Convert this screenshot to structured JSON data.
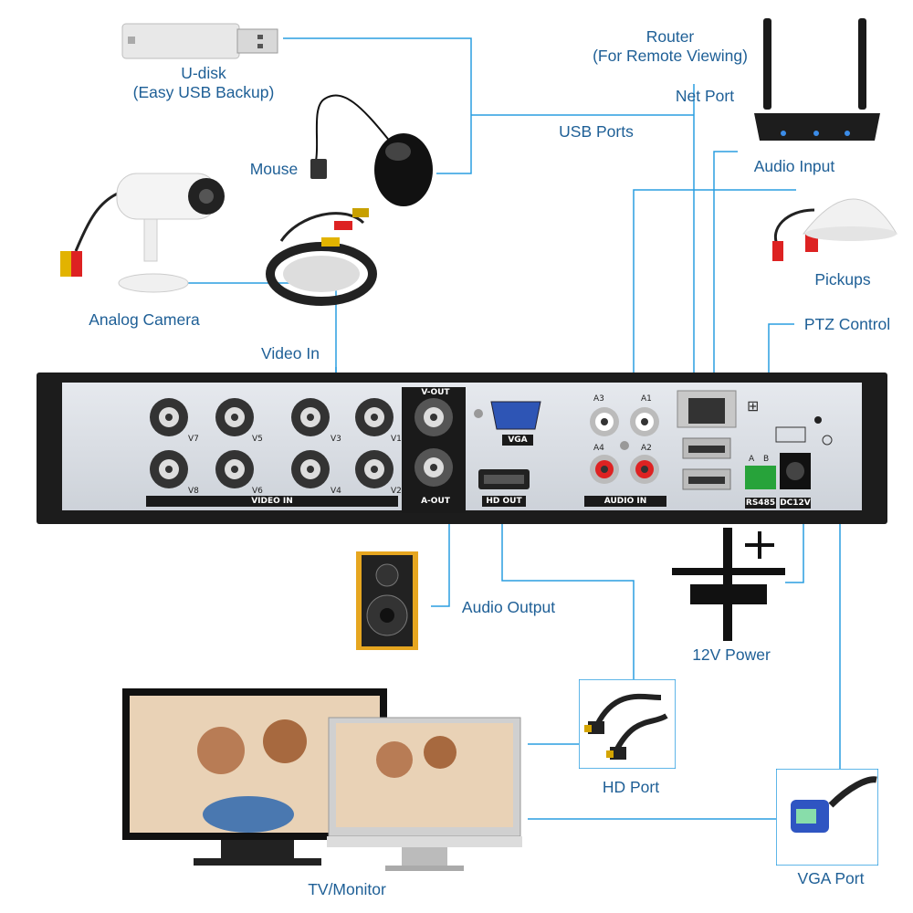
{
  "labels": {
    "udisk": [
      "U-disk",
      "(Easy USB Backup)"
    ],
    "mouse": "Mouse",
    "analog_camera": "Analog Camera",
    "video_in": "Video In",
    "usb_ports": "USB Ports",
    "router": [
      "Router",
      "(For Remote Viewing)"
    ],
    "net_port": "Net Port",
    "audio_input": "Audio Input",
    "pickups": "Pickups",
    "ptz_control": "PTZ Control",
    "audio_output": "Audio Output",
    "power": "12V Power",
    "hd_port": "HD Port",
    "vga_port": "VGA Port",
    "tv_monitor": "TV/Monitor"
  },
  "panel_text": {
    "video_in": "VIDEO IN",
    "v_out": "V-OUT",
    "a_out": "A-OUT",
    "vga": "VGA",
    "hd_out": "HD OUT",
    "audio_in": "AUDIO IN",
    "rs485": "RS485",
    "dc12v": "DC12V",
    "channels_top": [
      "V7",
      "V5",
      "V3",
      "V1"
    ],
    "channels_bottom": [
      "V8",
      "V6",
      "V4",
      "V2"
    ],
    "audio_top": [
      "A3",
      "A1"
    ],
    "audio_bottom": [
      "A4",
      "A2"
    ],
    "rs485_pins": [
      "A",
      "B"
    ]
  },
  "colors": {
    "line": "#2a9de0",
    "label": "#1e5f96"
  }
}
